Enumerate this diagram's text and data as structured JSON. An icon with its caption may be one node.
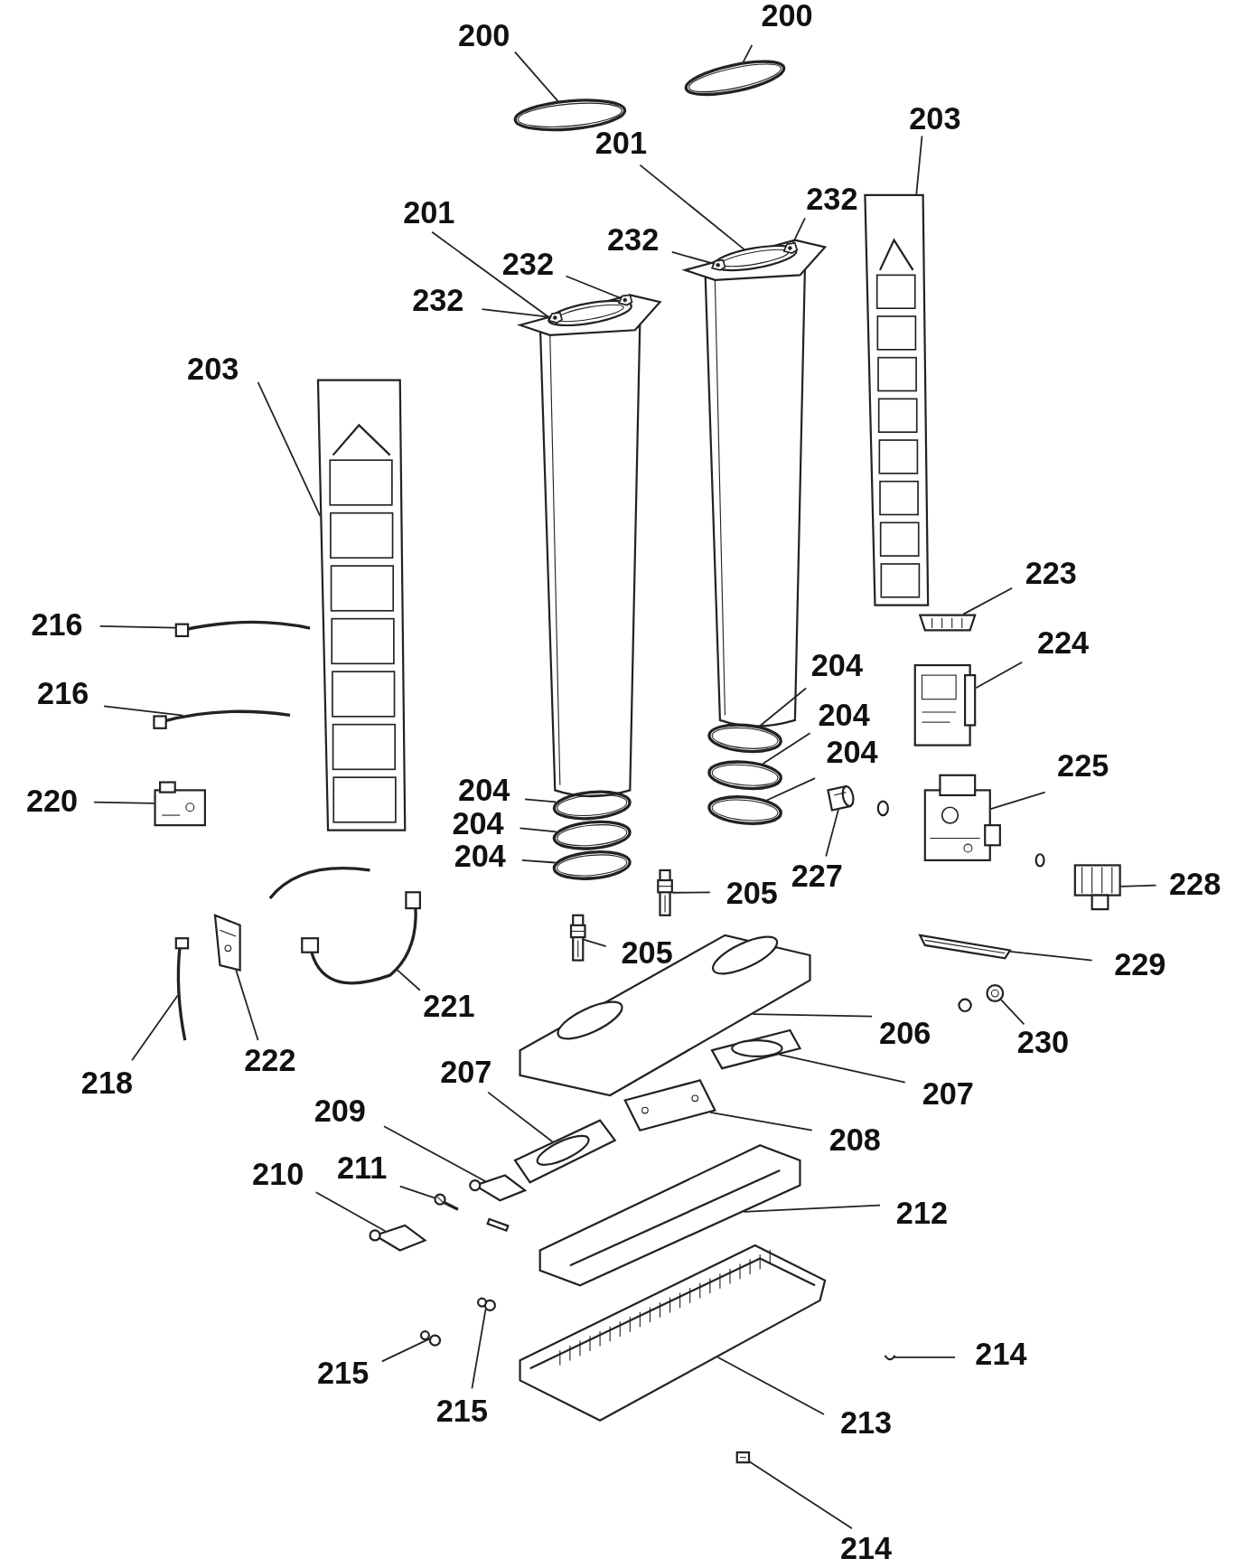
{
  "diagram": {
    "nodes": [
      {
        "text": [
          "200"
        ]
      },
      {
        "text": [
          "200"
        ]
      },
      {
        "text": [
          "201"
        ]
      },
      {
        "text": [
          "232"
        ]
      },
      {
        "text": [
          "232"
        ]
      },
      {
        "text": [
          "201"
        ]
      },
      {
        "text": [
          "232"
        ]
      },
      {
        "text": [
          "232"
        ]
      },
      {
        "text": [
          "203"
        ]
      },
      {
        "text": [
          "203"
        ]
      },
      {
        "text": [
          "223"
        ]
      },
      {
        "text": [
          "224"
        ]
      },
      {
        "text": [
          "204"
        ]
      },
      {
        "text": [
          "204"
        ]
      },
      {
        "text": [
          "204"
        ]
      },
      {
        "text": [
          "225"
        ]
      },
      {
        "text": [
          "216"
        ]
      },
      {
        "text": [
          "216"
        ]
      },
      {
        "text": [
          "220"
        ]
      },
      {
        "text": [
          "204"
        ]
      },
      {
        "text": [
          "204"
        ]
      },
      {
        "text": [
          "204"
        ]
      },
      {
        "text": [
          "227"
        ]
      },
      {
        "text": [
          "205"
        ]
      },
      {
        "text": [
          "228"
        ]
      },
      {
        "text": [
          "205"
        ]
      },
      {
        "text": [
          "229"
        ]
      },
      {
        "text": [
          "221"
        ]
      },
      {
        "text": [
          "206"
        ]
      },
      {
        "text": [
          "230"
        ]
      },
      {
        "text": [
          "218"
        ]
      },
      {
        "text": [
          "222"
        ]
      },
      {
        "text": [
          "207"
        ]
      },
      {
        "text": [
          "207"
        ]
      },
      {
        "text": [
          "208"
        ]
      },
      {
        "text": [
          "209"
        ]
      },
      {
        "text": [
          "211"
        ]
      },
      {
        "text": [
          "210"
        ]
      },
      {
        "text": [
          "212"
        ]
      },
      {
        "text": [
          "214"
        ]
      },
      {
        "text": [
          "215"
        ]
      },
      {
        "text": [
          "215"
        ]
      },
      {
        "text": [
          "213"
        ]
      },
      {
        "text": [
          "214"
        ]
      },
      {
        "text": [],
        "shape": "picture"
      },
      {
        "text": [],
        "shape": "picture"
      },
      {
        "text": [],
        "shape": "picture"
      },
      {
        "text": [],
        "shape": "picture",
        "in": 46
      },
      {
        "text": [],
        "shape": "picture",
        "in": 46
      },
      {
        "text": [],
        "shape": "picture"
      },
      {
        "text": [],
        "shape": "picture",
        "in": 49
      },
      {
        "text": [],
        "shape": "picture",
        "in": 49
      },
      {
        "text": [],
        "shape": "picture"
      },
      {
        "text": [],
        "shape": "picture"
      },
      {
        "text": [],
        "shape": "picture"
      },
      {
        "text": [],
        "shape": "picture"
      },
      {
        "text": [],
        "shape": "picture"
      },
      {
        "text": [],
        "shape": "picture"
      },
      {
        "text": [],
        "shape": "picture"
      },
      {
        "text": [],
        "shape": "picture"
      },
      {
        "text": [],
        "shape": "picture"
      },
      {
        "text": [],
        "shape": "picture"
      },
      {
        "text": [],
        "shape": "picture"
      },
      {
        "text": [],
        "shape": "picture"
      },
      {
        "text": [],
        "shape": "picture"
      },
      {
        "text": [],
        "shape": "picture"
      },
      {
        "text": [],
        "shape": "picture"
      },
      {
        "text": [],
        "shape": "picture"
      },
      {
        "text": [],
        "shape": "picture"
      },
      {
        "text": [],
        "shape": "picture"
      },
      {
        "text": [],
        "shape": "picture"
      },
      {
        "text": [],
        "shape": "picture"
      },
      {
        "text": [],
        "shape": "picture"
      },
      {
        "text": [],
        "shape": "picture"
      },
      {
        "text": [],
        "shape": "picture"
      },
      {
        "text": [],
        "shape": "picture"
      },
      {
        "text": [],
        "shape": "picture"
      },
      {
        "text": [],
        "shape": "picture"
      },
      {
        "text": [],
        "shape": "picture"
      },
      {
        "text": [],
        "shape": "picture"
      },
      {
        "text": [],
        "shape": "picture"
      },
      {
        "text": [],
        "shape": "picture"
      },
      {
        "text": [],
        "shape": "picture"
      },
      {
        "text": [],
        "shape": "picture"
      },
      {
        "text": [],
        "shape": "picture"
      },
      {
        "text": [],
        "shape": "picture"
      },
      {
        "text": [],
        "shape": "picture"
      },
      {
        "text": [],
        "shape": "picture"
      },
      {
        "text": [],
        "shape": "picture"
      },
      {
        "text": [],
        "shape": "picture"
      }
    ],
    "edges": [
      {
        "from": 0,
        "to": 44,
        "arrow": "none"
      },
      {
        "from": 1,
        "to": 45,
        "arrow": "none"
      },
      {
        "from": 2,
        "to": 46,
        "arrow": "none"
      },
      {
        "from": 3,
        "to": 47,
        "arrow": "none"
      },
      {
        "from": 4,
        "to": 48,
        "arrow": "none"
      },
      {
        "from": 5,
        "to": 49,
        "arrow": "none"
      },
      {
        "from": 6,
        "to": 50,
        "arrow": "none"
      },
      {
        "from": 7,
        "to": 51,
        "arrow": "none"
      },
      {
        "from": 8,
        "to": 52,
        "arrow": "none"
      },
      {
        "from": 9,
        "to": 53,
        "arrow": "none"
      },
      {
        "from": 10,
        "to": 54,
        "arrow": "none"
      },
      {
        "from": 11,
        "to": 55,
        "arrow": "none"
      },
      {
        "from": 12,
        "to": 56,
        "arrow": "none"
      },
      {
        "from": 13,
        "to": 57,
        "arrow": "none"
      },
      {
        "from": 14,
        "to": 58,
        "arrow": "none"
      },
      {
        "from": 15,
        "to": 59,
        "arrow": "none"
      },
      {
        "from": 16,
        "to": 60,
        "arrow": "none"
      },
      {
        "from": 17,
        "to": 61,
        "arrow": "none"
      },
      {
        "from": 18,
        "to": 62,
        "arrow": "none"
      },
      {
        "from": 19,
        "to": 63,
        "arrow": "none"
      },
      {
        "from": 20,
        "to": 64,
        "arrow": "none"
      },
      {
        "from": 21,
        "to": 65,
        "arrow": "none"
      },
      {
        "from": 22,
        "to": 66,
        "arrow": "none"
      },
      {
        "from": 23,
        "to": 67,
        "arrow": "none"
      },
      {
        "from": 24,
        "to": 68,
        "arrow": "none"
      },
      {
        "from": 25,
        "to": 69,
        "arrow": "none"
      },
      {
        "from": 26,
        "to": 70,
        "arrow": "none"
      },
      {
        "from": 27,
        "to": 71,
        "arrow": "none"
      },
      {
        "from": 28,
        "to": 72,
        "arrow": "none"
      },
      {
        "from": 29,
        "to": 73,
        "arrow": "none"
      },
      {
        "from": 30,
        "to": 74,
        "arrow": "none"
      },
      {
        "from": 31,
        "to": 75,
        "arrow": "none"
      },
      {
        "from": 32,
        "to": 76,
        "arrow": "none"
      },
      {
        "from": 33,
        "to": 77,
        "arrow": "none"
      },
      {
        "from": 34,
        "to": 78,
        "arrow": "none"
      },
      {
        "from": 35,
        "to": 79,
        "arrow": "none"
      },
      {
        "from": 36,
        "to": 80,
        "arrow": "none"
      },
      {
        "from": 37,
        "to": 81,
        "arrow": "none"
      },
      {
        "from": 38,
        "to": 82,
        "arrow": "none"
      },
      {
        "from": 39,
        "to": 83,
        "arrow": "none"
      },
      {
        "from": 40,
        "to": 84,
        "arrow": "none"
      },
      {
        "from": 41,
        "to": 85,
        "arrow": "none"
      },
      {
        "from": 42,
        "to": 86,
        "arrow": "none"
      },
      {
        "from": 43,
        "to": 87,
        "arrow": "none"
      }
    ]
  }
}
